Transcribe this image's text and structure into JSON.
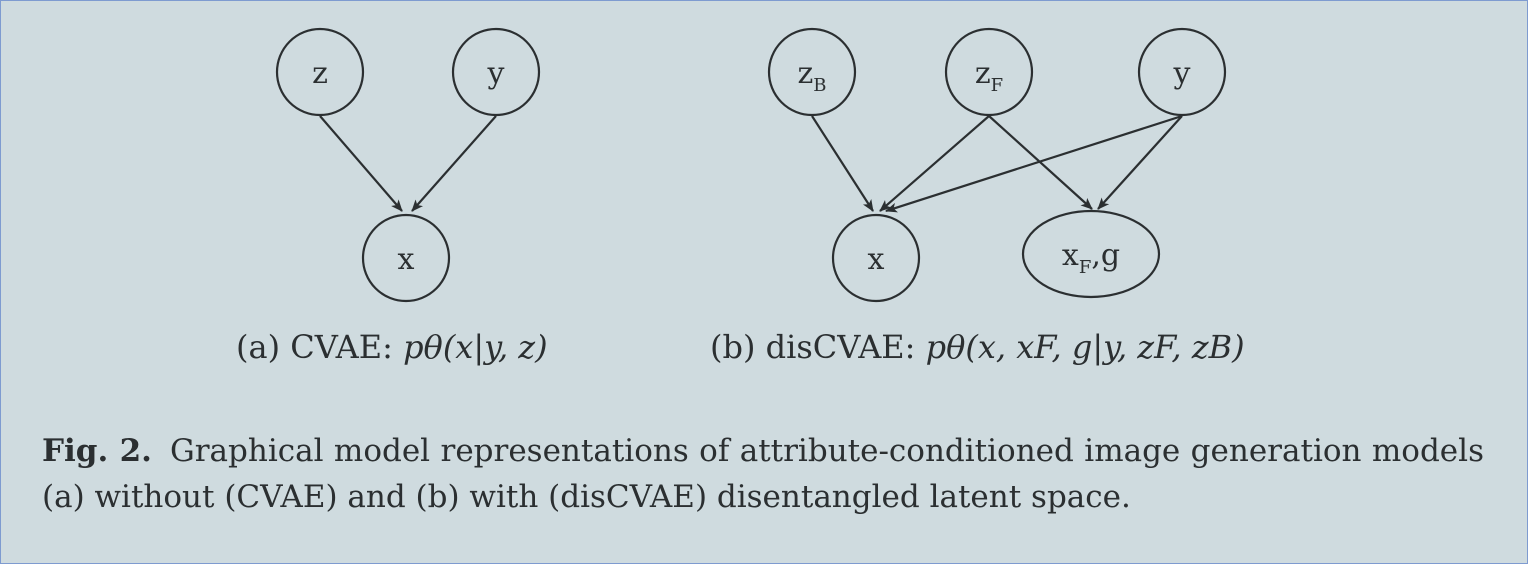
{
  "diagram_a": {
    "nodes": {
      "z": "z",
      "y": "y",
      "x": "x"
    },
    "caption_prefix": "(a) CVAE:",
    "caption_formula": "pθ(x|y, z)"
  },
  "diagram_b": {
    "nodes": {
      "zb_base": "z",
      "zb_sub": "B",
      "zf_base": "z",
      "zf_sub": "F",
      "y": "y",
      "x": "x",
      "xfg_base": "x",
      "xfg_sub": "F",
      "xfg_rest": ",g"
    },
    "caption_prefix": "(b) disCVAE:",
    "caption_formula": "pθ(x, xF, g|y, zF, zB)"
  },
  "figure_caption": {
    "label": "Fig. 2.",
    "text": "Graphical model representations of attribute-conditioned image generation models (a) without (CVAE) and (b) with (disCVAE) disentangled latent space."
  }
}
